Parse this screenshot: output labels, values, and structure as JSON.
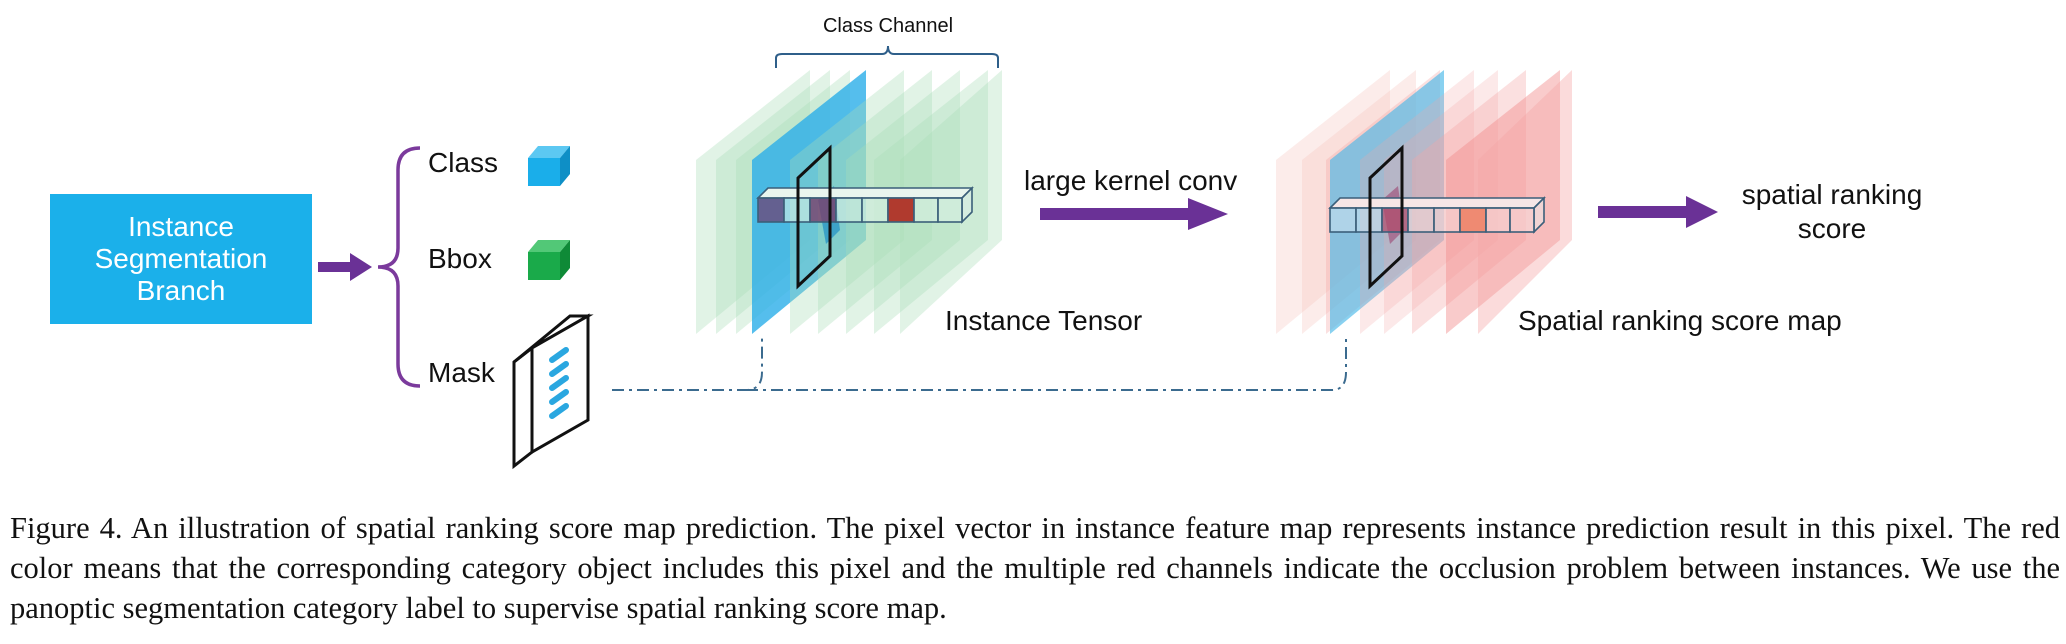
{
  "diagram": {
    "branch_box": {
      "line1": "Instance",
      "line2": "Segmentation",
      "line3": "Branch"
    },
    "outputs": {
      "class": "Class",
      "bbox": "Bbox",
      "mask": "Mask"
    },
    "class_channel_label": "Class Channel",
    "instance_tensor_label": "Instance Tensor",
    "conv_label": "large kernel conv",
    "score_map_label": "Spatial ranking score map",
    "result": {
      "line1": "spatial ranking",
      "line2": "score"
    },
    "colors": {
      "branch_box": "#1bb0ea",
      "arrow_purple": "#6a3196",
      "brace_purple": "#7b3a9c",
      "class_cube": "#1aaeea",
      "bbox_cube": "#1aaa4a",
      "mask_stripe": "#2aa7e0",
      "tensor_green": "#a8dcb8",
      "tensor_blue": "#2aaee8",
      "cell_red": "#b03a2e",
      "score_pink": "#f4a6a6",
      "dashed_line": "#3b6b8f"
    }
  },
  "caption": "Figure 4. An illustration of spatial ranking score map prediction. The pixel vector in instance feature map represents instance prediction result in this pixel. The red color means that the corresponding category object includes this pixel and the multiple red channels indicate the occlusion problem between instances. We use the panoptic segmentation category label to supervise spatial ranking score map."
}
